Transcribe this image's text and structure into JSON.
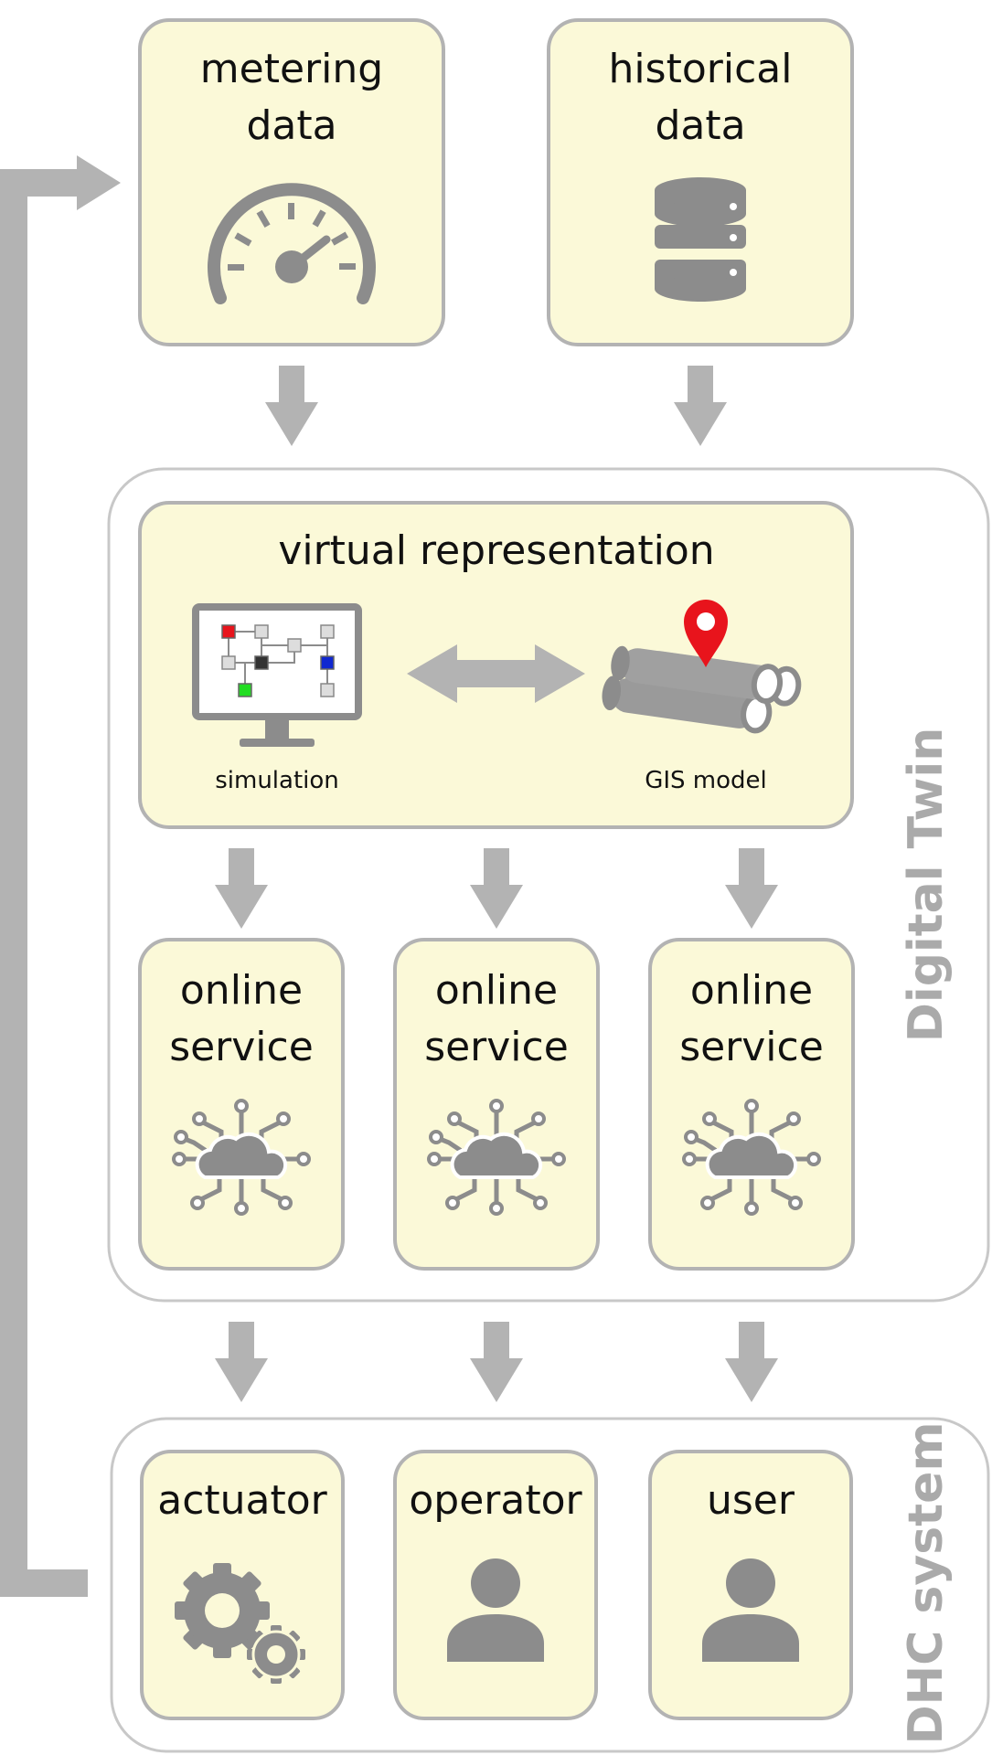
{
  "metering": {
    "line1": "metering",
    "line2": "data"
  },
  "historical": {
    "line1": "historical",
    "line2": "data"
  },
  "virtual": {
    "title": "virtual representation",
    "simulation": "simulation",
    "gis": "GIS model"
  },
  "services": [
    {
      "line1": "online",
      "line2": "service"
    },
    {
      "line1": "online",
      "line2": "service"
    },
    {
      "line1": "online",
      "line2": "service"
    }
  ],
  "digital_twin_label": "Digital Twin",
  "dhc_label": "DHC system",
  "dhc_items": [
    {
      "label": "actuator"
    },
    {
      "label": "operator"
    },
    {
      "label": "user"
    }
  ],
  "colors": {
    "box_fill": "#fbf9d8",
    "box_stroke": "#b3b3b3",
    "arrow": "#b3b3b3",
    "icon": "#8c8c8c",
    "pin": "#e8141c"
  },
  "icons": {
    "metering": "speedometer-icon",
    "historical": "database-icon",
    "simulation": "monitor-network-icon",
    "gis": "pipes-location-icon",
    "service": "cloud-network-icon",
    "actuator": "gears-icon",
    "operator": "person-icon",
    "user": "person-icon"
  }
}
